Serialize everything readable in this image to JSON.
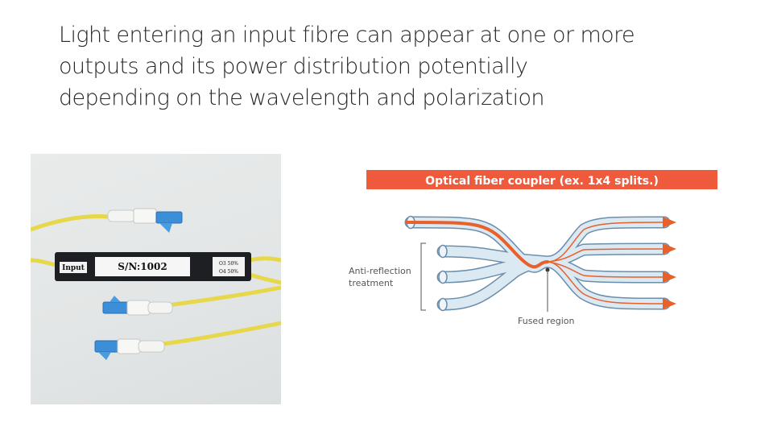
{
  "slide": {
    "title_lines": [
      "Light entering an input fibre can appear at one or more",
      "outputs and its power distribution potentially",
      "depending on the wavelength and polarization"
    ]
  },
  "photo": {
    "body_label_input": "Input",
    "serial_label": "S/N:1002",
    "port_labels": [
      "O3  50%",
      "O4  50%"
    ]
  },
  "diagram": {
    "header": "Optical fiber coupler (ex. 1x4 splits.)",
    "label_anti_reflection": [
      "Anti-reflection",
      "treatment"
    ],
    "label_fused_region": "Fused region",
    "colors": {
      "header_bg": "#ef5a3c",
      "fiber_fill": "#dbe9f3",
      "fiber_stroke": "#6b8eab",
      "signal": "#e8602a"
    }
  }
}
